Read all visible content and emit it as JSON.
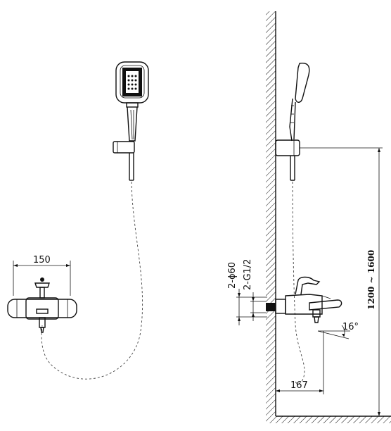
{
  "dimensions": {
    "width_label": "150",
    "projection_label": "167",
    "height_label": "1200 ~ 1600",
    "diameter_label": "2-ϕ60",
    "thread_label": "2-G1/2",
    "angle_label": "16°"
  },
  "colors": {
    "line": "#111111",
    "hatch": "#111111",
    "dash": "#444444",
    "background": "#ffffff"
  }
}
